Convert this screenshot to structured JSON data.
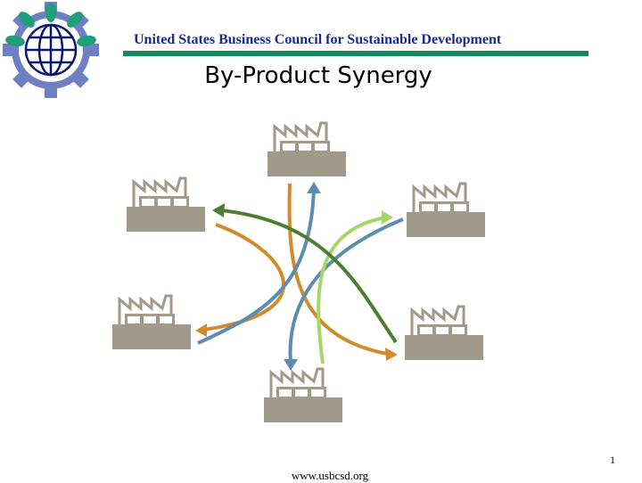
{
  "header": {
    "organization": "United States Business Council for Sustainable Development",
    "logo_icon": "globe-gear-logo-icon"
  },
  "slide": {
    "title": "By-Product Synergy",
    "page_number": "1"
  },
  "footer": {
    "url": "www.usbcsd.org"
  },
  "diagram": {
    "node_icon": "factory-icon",
    "nodes": [
      "factory-top",
      "factory-upper-left",
      "factory-upper-right",
      "factory-lower-left",
      "factory-lower-right",
      "factory-bottom"
    ],
    "flows": [
      {
        "from": "factory-top",
        "to": "factory-lower-right",
        "color": "#d18a2e"
      },
      {
        "from": "factory-upper-left",
        "to": "factory-lower-left",
        "color": "#d18a2e"
      },
      {
        "from": "factory-lower-left",
        "to": "factory-top",
        "color": "#5a8db0"
      },
      {
        "from": "factory-upper-right",
        "to": "factory-bottom",
        "color": "#5a8db0"
      },
      {
        "from": "factory-bottom",
        "to": "factory-upper-right",
        "color": "#a6d56a"
      },
      {
        "from": "factory-lower-right",
        "to": "factory-upper-left",
        "color": "#4e7d32"
      }
    ]
  },
  "colors": {
    "header_text": "#1b2a8a",
    "header_rule": "#0f8a5f",
    "factory": "#a19a8a",
    "logo_blue": "#6070b8",
    "logo_green": "#1f9e7a"
  }
}
